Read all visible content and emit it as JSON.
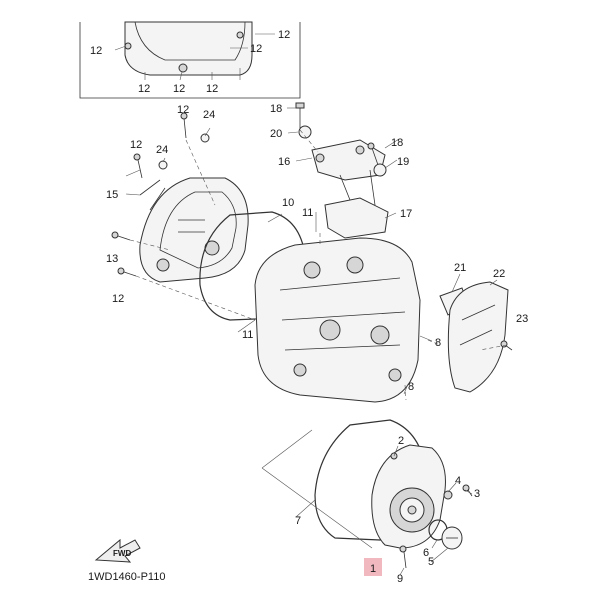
{
  "diagram_code": "1WD1460-P110",
  "fwd_label": "FWD",
  "highlight_color": "#f2b8c0",
  "labels": {
    "l1": "1",
    "l2": "2",
    "l3": "3",
    "l4": "4",
    "l5": "5",
    "l6": "6",
    "l7": "7",
    "l8a": "8",
    "l8b": "8",
    "l9": "9",
    "l10": "10",
    "l11a": "11",
    "l11b": "11",
    "l12_inset_a": "12",
    "l12_inset_b": "12",
    "l12_inset_c": "12",
    "l12_inset_d": "12",
    "l12_inset_e": "12",
    "l12_inset_f": "12",
    "l12_top": "12",
    "l12_left": "12",
    "l12_bottom": "12",
    "l13": "13",
    "l15": "15",
    "l16": "16",
    "l17": "17",
    "l18a": "18",
    "l18b": "18",
    "l19": "19",
    "l20": "20",
    "l21": "21",
    "l22": "22",
    "l23": "23",
    "l24a": "24",
    "l24b": "24"
  }
}
